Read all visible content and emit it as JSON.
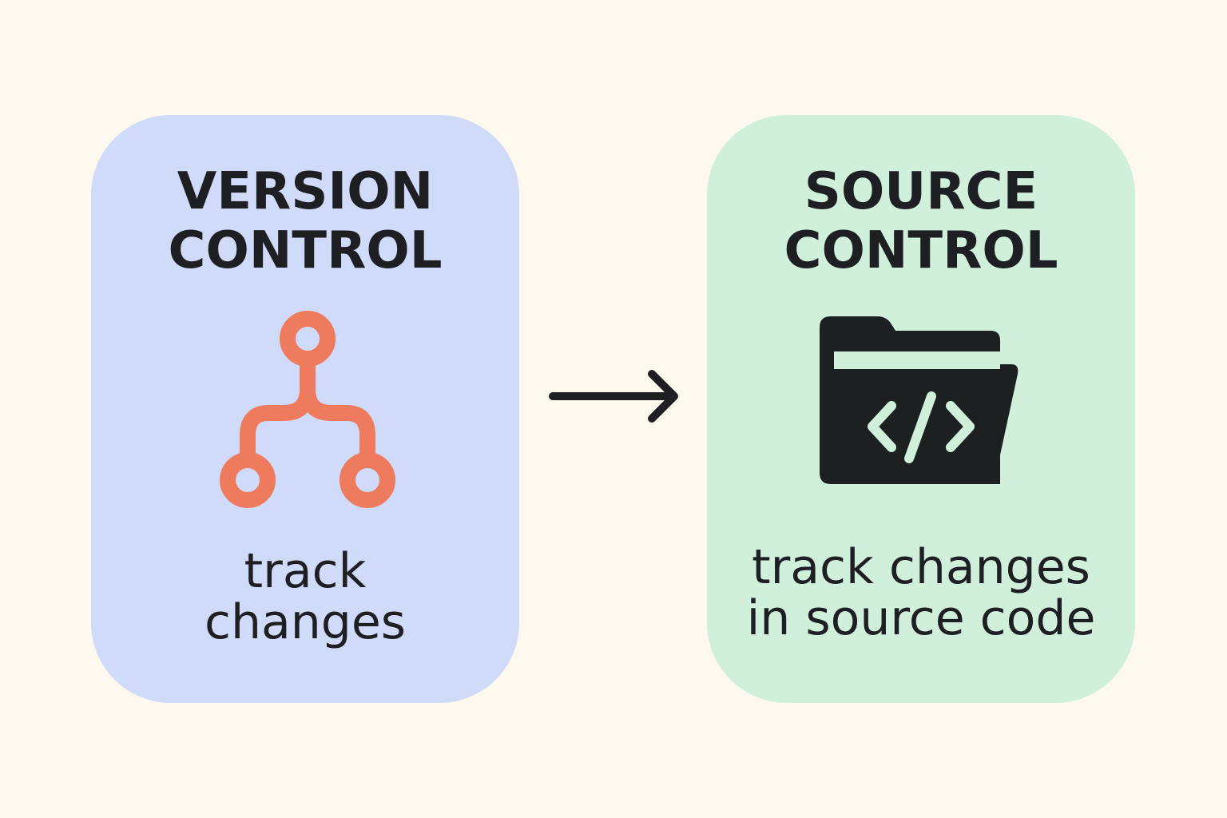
{
  "background_color": "#fdf9ee",
  "cards": [
    {
      "title_lines": [
        "VERSION",
        "CONTROL"
      ],
      "caption_lines": [
        "track",
        "changes"
      ],
      "color": "#d0daf9",
      "icon": "branch-icon",
      "icon_color": "#ef7b5f"
    },
    {
      "title_lines": [
        "SOURCE",
        "CONTROL"
      ],
      "caption_lines": [
        "track changes",
        "in source code"
      ],
      "color": "#d1f0dc",
      "icon": "code-folder-icon",
      "icon_color": "#1d2021"
    }
  ],
  "connector": {
    "icon": "arrow-right-icon",
    "color": "#1d1f22"
  }
}
